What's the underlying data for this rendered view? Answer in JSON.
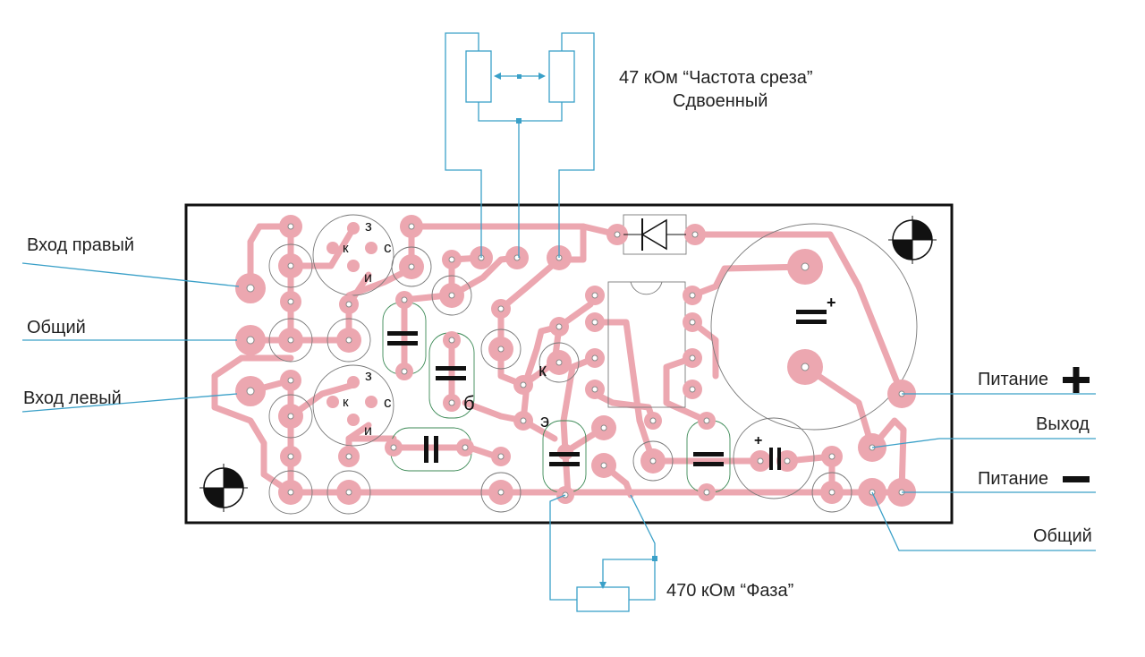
{
  "labels": {
    "pot_dual_line1": "47 кОм “Частота среза”",
    "pot_dual_line2": "Сдвоенный",
    "pot_phase": "470 кОм “Фаза”",
    "input_right": "Вход правый",
    "common_left": "Общий",
    "input_left": "Вход левый",
    "power_plus": "Питание",
    "output": "Выход",
    "power_minus": "Питание",
    "common_right": "Общий"
  },
  "markings": {
    "gate_top": "з",
    "drain_top": "с",
    "collector_top": "к",
    "source_top": "и",
    "gate_bottom": "з",
    "drain_bottom": "с",
    "collector_bottom": "к",
    "source_bottom": "и",
    "base": "б",
    "collector_mid": "к",
    "emitter": "э",
    "plus_big_cap": "+",
    "plus_small_cap": "+"
  },
  "colors": {
    "board_outline": "#111111",
    "copper": "#eca7b0",
    "wire": "#3aa0c8",
    "silkscreen": "#7a7a7a",
    "cap_outline": "#3c8a56"
  }
}
